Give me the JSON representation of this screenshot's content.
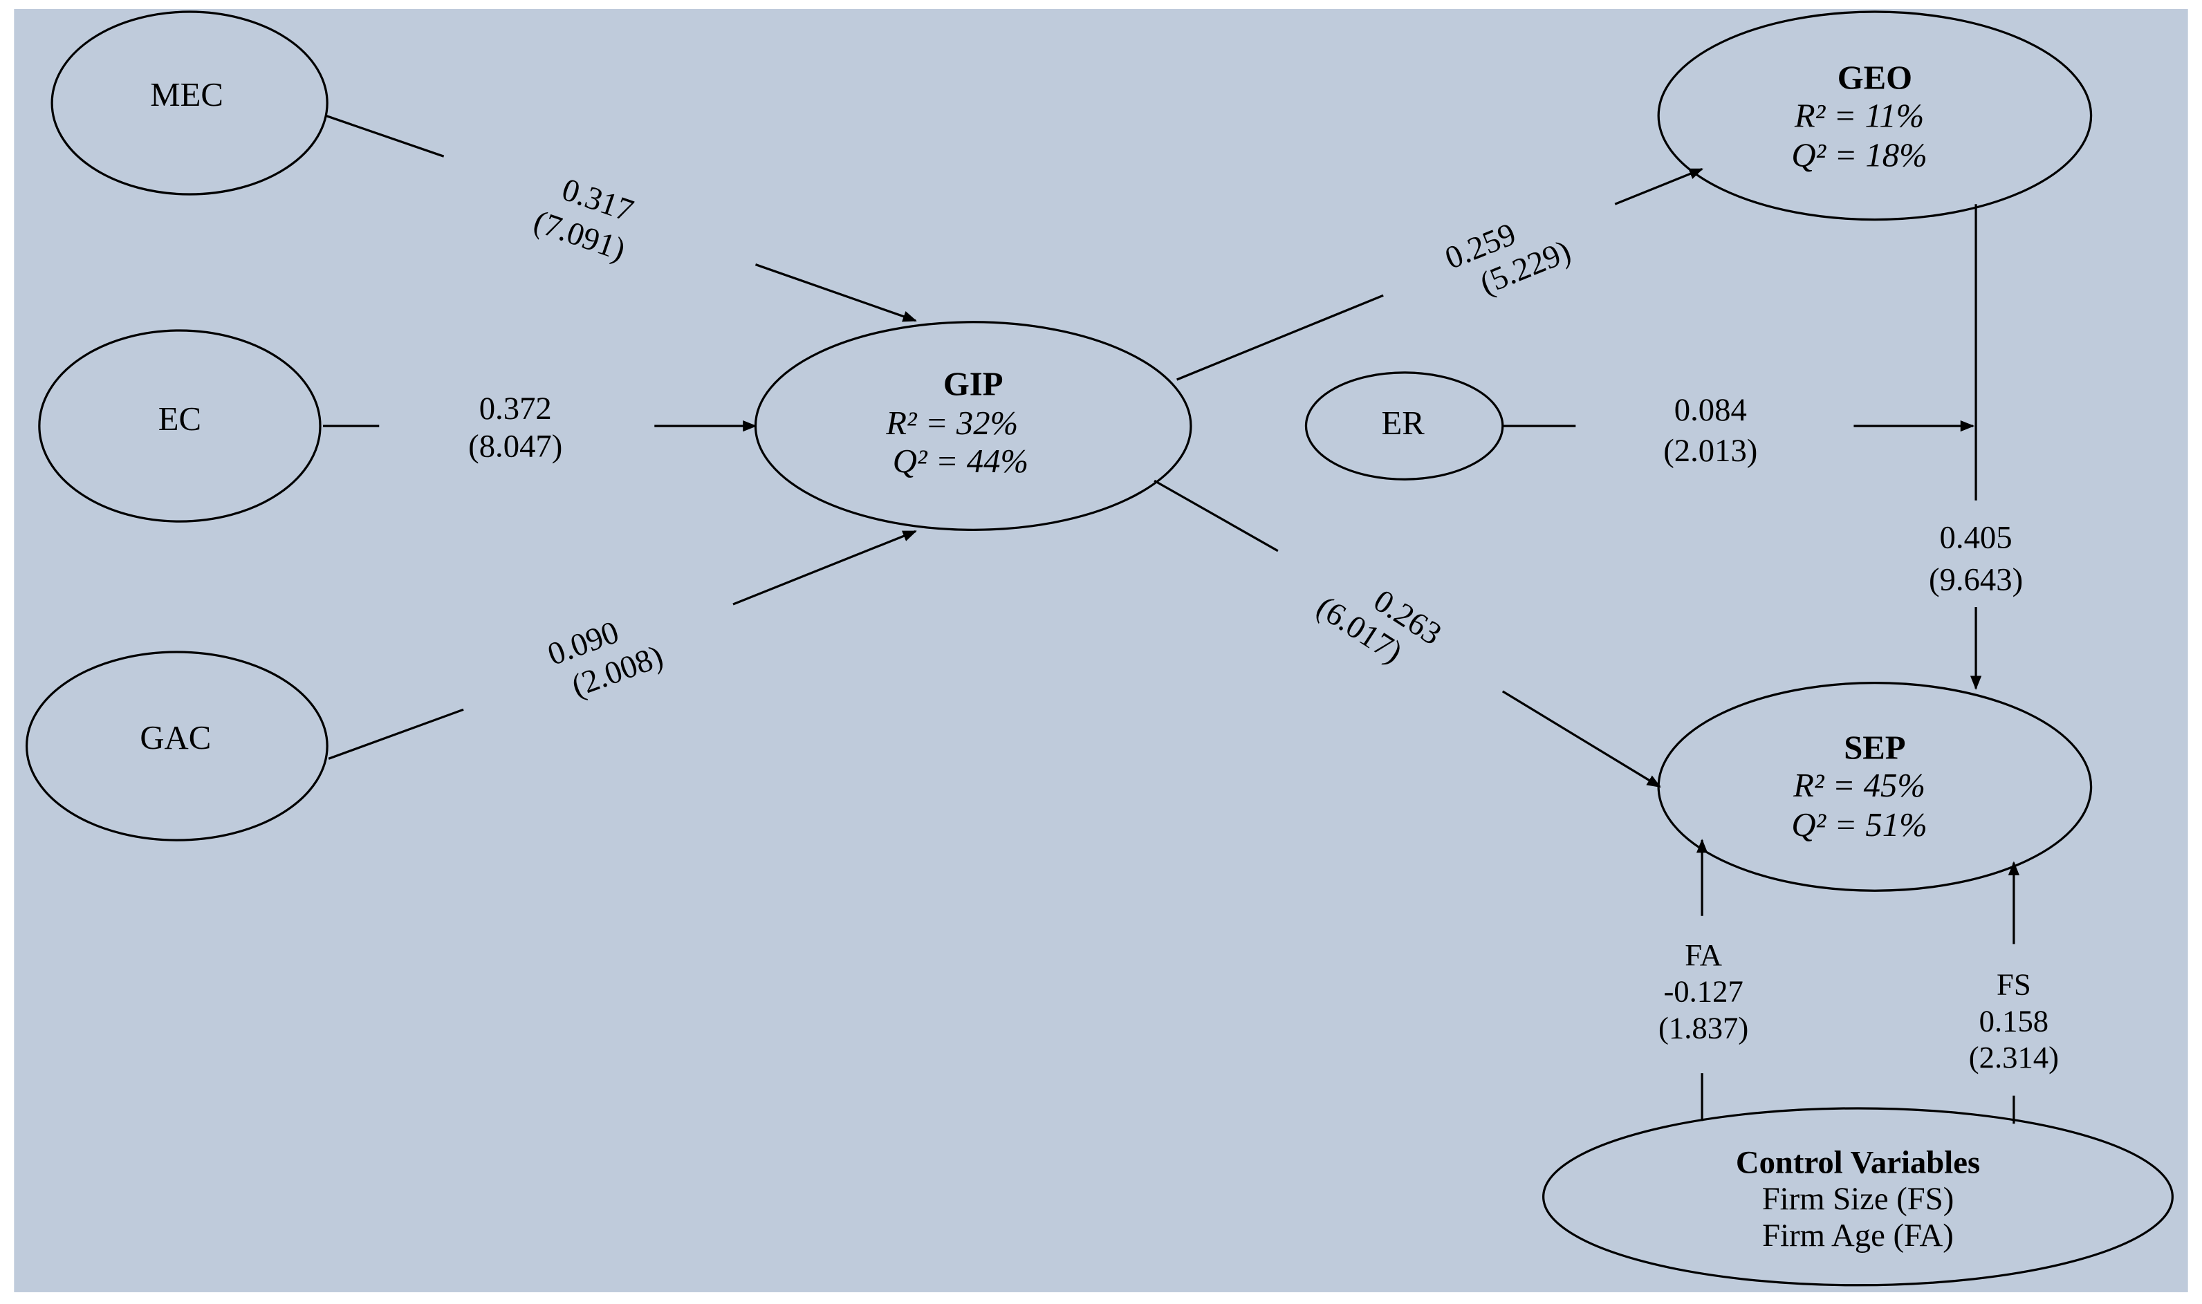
{
  "colors": {
    "panel": "#bfcbdb",
    "stroke": "#000000"
  },
  "nodes": {
    "mec": {
      "label": "MEC"
    },
    "ec": {
      "label": "EC"
    },
    "gac": {
      "label": "GAC"
    },
    "gip": {
      "label": "GIP",
      "r2": "R² = 32%",
      "q2": "Q² = 44%"
    },
    "geo": {
      "label": "GEO",
      "r2": "R² = 11%",
      "q2": "Q² = 18%"
    },
    "er": {
      "label": "ER"
    },
    "sep": {
      "label": "SEP",
      "r2": "R² = 45%",
      "q2": "Q² = 51%"
    },
    "control": {
      "title": "Control Variables",
      "line1": "Firm Size (FS)",
      "line2": "Firm Age (FA)"
    }
  },
  "paths": {
    "mec_gip": {
      "coef": "0.317",
      "t": "(7.091)"
    },
    "ec_gip": {
      "coef": "0.372",
      "t": "(8.047)"
    },
    "gac_gip": {
      "coef": "0.090",
      "t": "(2.008)"
    },
    "gip_geo": {
      "coef": "0.259",
      "t": "(5.229)"
    },
    "er_mod": {
      "coef": "0.084",
      "t": "(2.013)"
    },
    "gip_sep": {
      "coef": "0.263",
      "t": "(6.017)"
    },
    "geo_sep": {
      "coef": "0.405",
      "t": "(9.643)"
    },
    "fa_sep": {
      "name": "FA",
      "coef": "-0.127",
      "t": "(1.837)"
    },
    "fs_sep": {
      "name": "FS",
      "coef": "0.158",
      "t": "(2.314)"
    }
  }
}
